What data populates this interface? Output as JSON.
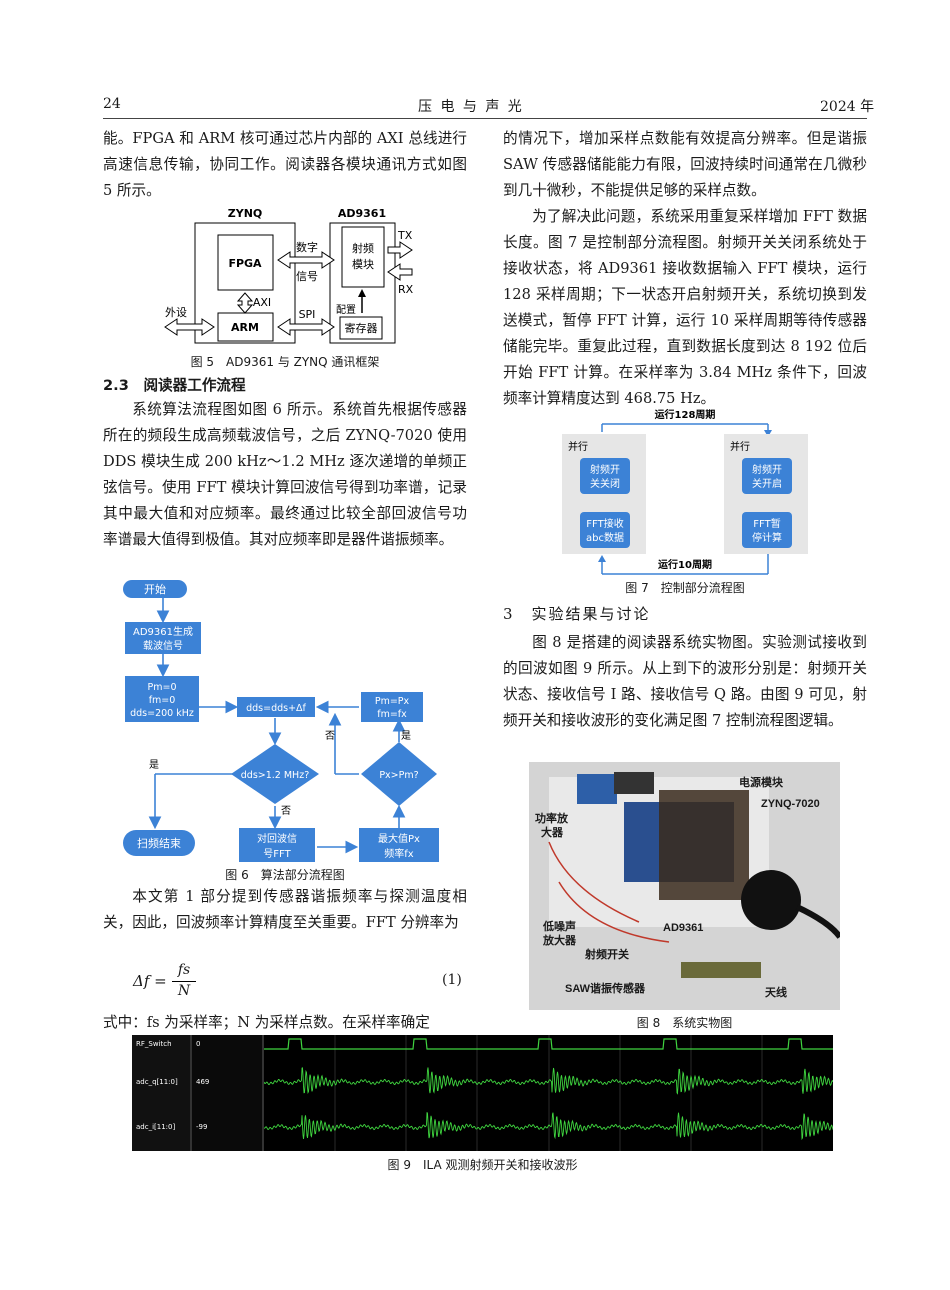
{
  "header": {
    "page_number": "24",
    "journal": "压 电 与 声 光",
    "year": "2024 年"
  },
  "left_col": {
    "para1": "能。FPGA 和 ARM 核可通过芯片内部的 AXI 总线进行高速信息传输，协同工作。阅读器各模块通讯方式如图 5 所示。",
    "section_heading": "2.3　阅读器工作流程",
    "para2": "系统算法流程图如图 6 所示。系统首先根据传感器所在的频段生成高频载波信号，之后 ZYNQ-7020 使用 DDS 模块生成 200 kHz～1.2 MHz 逐次递增的单频正弦信号。使用 FFT 模块计算回波信号得到功率谱，记录其中最大值和对应频率。最终通过比较全部回波信号功率谱最大值得到极值。其对应频率即是器件谐振频率。",
    "para3": "本文第 1 部分提到传感器谐振频率与探测温度相关，因此，回波频率计算精度至关重要。FFT 分辨率为",
    "equation_lhs": "Δf =",
    "equation_num": "fs",
    "equation_den": "N",
    "equation_label": "(1)",
    "para4": "式中：fs 为采样率；N 为采样点数。在采样率确定"
  },
  "right_col": {
    "para1": "的情况下，增加采样点数能有效提高分辨率。但是谐振 SAW 传感器储能能力有限，回波持续时间通常在几微秒到几十微秒，不能提供足够的采样点数。",
    "para2": "为了解决此问题，系统采用重复采样增加 FFT 数据长度。图 7 是控制部分流程图。射频开关关闭系统处于接收状态，将 AD9361 接收数据输入 FFT 模块，运行 128 采样周期；下一状态开启射频开关，系统切换到发送模式，暂停 FFT 计算，运行 10 采样周期等待传感器储能完毕。重复此过程，直到数据长度到达 8 192 位后开始 FFT 计算。在采样率为 3.84 MHz 条件下，回波频率计算精度达到 468.75 Hz。",
    "section_heading": "3　实验结果与讨论",
    "para3": "图 8 是搭建的阅读器系统实物图。实验测试接收到的回波如图 9 所示。从上到下的波形分别是：射频开关状态、接收信号 I 路、接收信号 Q 路。由图 9 可见，射频开关和接收波形的变化满足图 7 控制流程图逻辑。"
  },
  "fig5": {
    "caption": "图 5　AD9361 与 ZYNQ 通讯框架",
    "zynq": "ZYNQ",
    "ad9361": "AD9361",
    "fpga": "FPGA",
    "arm": "ARM",
    "digital": "数字",
    "signal": "信号",
    "rf1": "射频",
    "rf2": "模块",
    "tx": "TX",
    "rx": "RX",
    "axi": "AXI",
    "peripheral": "外设",
    "spi": "SPI",
    "config": "配置",
    "register": "寄存器"
  },
  "fig6": {
    "caption": "图 6　算法部分流程图",
    "start": "开始",
    "gen1": "AD9361生成",
    "gen2": "载波信号",
    "init1": "Pm=0",
    "init2": "fm=0",
    "init3": "dds=200 kHz",
    "inc": "dds=dds+Δf",
    "upd1": "Pm=Px",
    "upd2": "fm=fx",
    "cond1": "dds>1.2 MHz?",
    "cond2": "Px>Pm?",
    "yes": "是",
    "no": "否",
    "end": "扫频结束",
    "fft1": "对回波信",
    "fft2": "号FFT",
    "max1": "最大值Px",
    "max2": "频率fx"
  },
  "fig7": {
    "caption": "图 7　控制部分流程图",
    "top": "运行128周期",
    "bottom": "运行10周期",
    "par": "并行",
    "a1": "射频开",
    "a2": "关关闭",
    "b1": "FFT接收",
    "b2": "abc数据",
    "c1": "射频开",
    "c2": "关开启",
    "d1": "FFT暂",
    "d2": "停计算"
  },
  "fig8": {
    "caption": "图 8　系统实物图",
    "power": "电源模块",
    "zynq": "ZYNQ-7020",
    "pa1": "功率放",
    "pa2": "大器",
    "lna1": "低噪声",
    "lna2": "放大器",
    "ad": "AD9361",
    "rfsw": "射频开关",
    "saw": "SAW谐振传感器",
    "ant": "天线"
  },
  "fig9": {
    "caption": "图 9　ILA 观测射频开关和接收波形",
    "signals": [
      {
        "name": "RF_Switch",
        "value": "0"
      },
      {
        "name": "adc_q[11:0]",
        "value": "469"
      },
      {
        "name": "adc_i[11:0]",
        "value": "-99"
      }
    ]
  },
  "colors": {
    "flow_blue": "#3c82d6",
    "flow_panel": "#e6e6e6",
    "ila_wave": "#3fd43f"
  }
}
